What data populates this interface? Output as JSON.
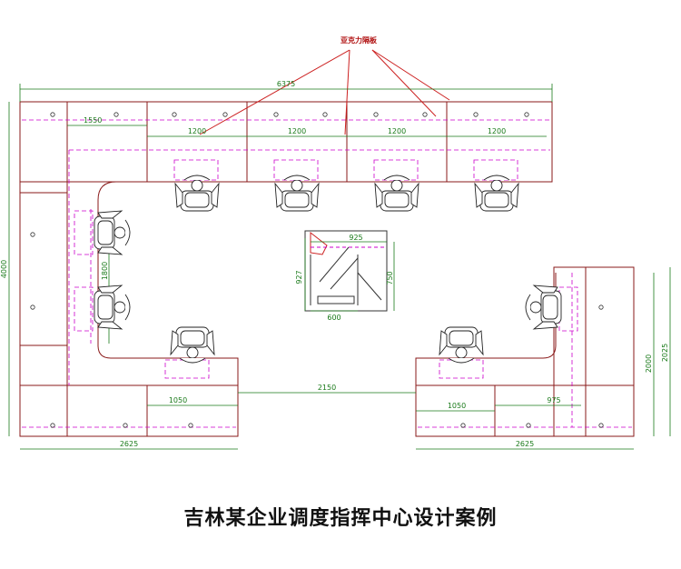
{
  "caption": "吉林某企业调度指挥中心设计案例",
  "annotation": "亚克力隔板",
  "dimensions": {
    "top_total": "6375",
    "left_return": "1550",
    "top_module_1": "1200",
    "top_module_2": "1200",
    "top_module_3": "1200",
    "top_module_4": "1200",
    "left_height": "4000",
    "left_inner": "1800",
    "center_table_top": "925",
    "center_table_bottom": "600",
    "center_table_left": "927",
    "center_table_right": "750",
    "gap_between": "2150",
    "left_bottom_module": "1050",
    "right_bottom_module_a": "1050",
    "right_bottom_module_b": "975",
    "left_bottom_total": "2625",
    "right_bottom_total": "2625",
    "right_height_inner": "2000",
    "right_height_outer": "2025"
  },
  "colors": {
    "outline": "#8a1a1a",
    "dashed": "#cc00cc",
    "dimension": "#1a7a1a",
    "leader": "#cc2020",
    "chair": "#222222"
  }
}
